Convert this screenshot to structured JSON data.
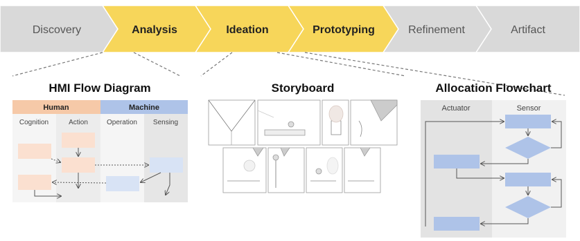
{
  "stages": [
    {
      "label": "Discovery",
      "active": false
    },
    {
      "label": "Analysis",
      "active": true
    },
    {
      "label": "Ideation",
      "active": true
    },
    {
      "label": "Prototyping",
      "active": true
    },
    {
      "label": "Refinement",
      "active": false
    },
    {
      "label": "Artifact",
      "active": false
    }
  ],
  "colors": {
    "stage_inactive": "#d9d9d9",
    "stage_active": "#f7d65a",
    "human": "#f6c9a8",
    "human_light": "#fbe0d0",
    "machine": "#aec3e8",
    "machine_light": "#d8e3f5",
    "lane_bg": "#eeeeee",
    "lane_bg_dark": "#e2e2e2"
  },
  "hmi": {
    "title": "HMI Flow Diagram",
    "groups": [
      "Human",
      "Machine"
    ],
    "lanes": [
      "Cognition",
      "Action",
      "Operation",
      "Sensing"
    ]
  },
  "storyboard": {
    "title": "Storyboard"
  },
  "allocation": {
    "title": "Allocation Flowchart",
    "lanes": [
      "Actuator",
      "Sensor"
    ]
  }
}
